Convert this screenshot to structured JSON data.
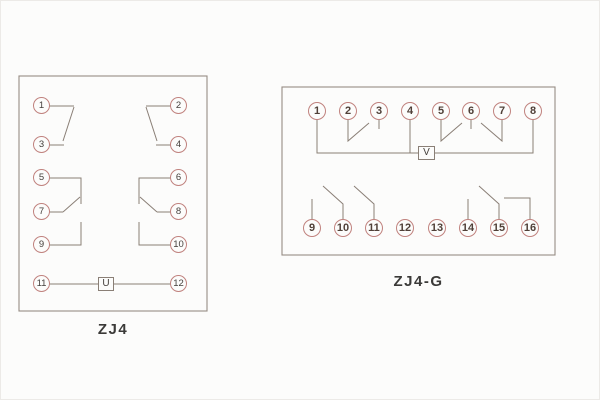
{
  "page": {
    "background": "#fcfcfb"
  },
  "colors": {
    "wire_line": "#8a7f76",
    "box_border": "#978d84",
    "terminal_circle_stroke": "#c0827e",
    "terminal_number": "#45403c",
    "caption_text": "#3b3a38"
  },
  "diagram_left": {
    "caption": "ZJ4",
    "element_label": "U",
    "left_terminals": [
      "1",
      "3",
      "5",
      "7",
      "9",
      "11"
    ],
    "right_terminals": [
      "2",
      "4",
      "6",
      "8",
      "10",
      "12"
    ]
  },
  "diagram_right": {
    "caption": "ZJ4-G",
    "element_label": "V",
    "top_terminals": [
      "1",
      "2",
      "3",
      "4",
      "5",
      "6",
      "7",
      "8"
    ],
    "bottom_terminals": [
      "9",
      "10",
      "11",
      "12",
      "13",
      "14",
      "15",
      "16"
    ]
  }
}
